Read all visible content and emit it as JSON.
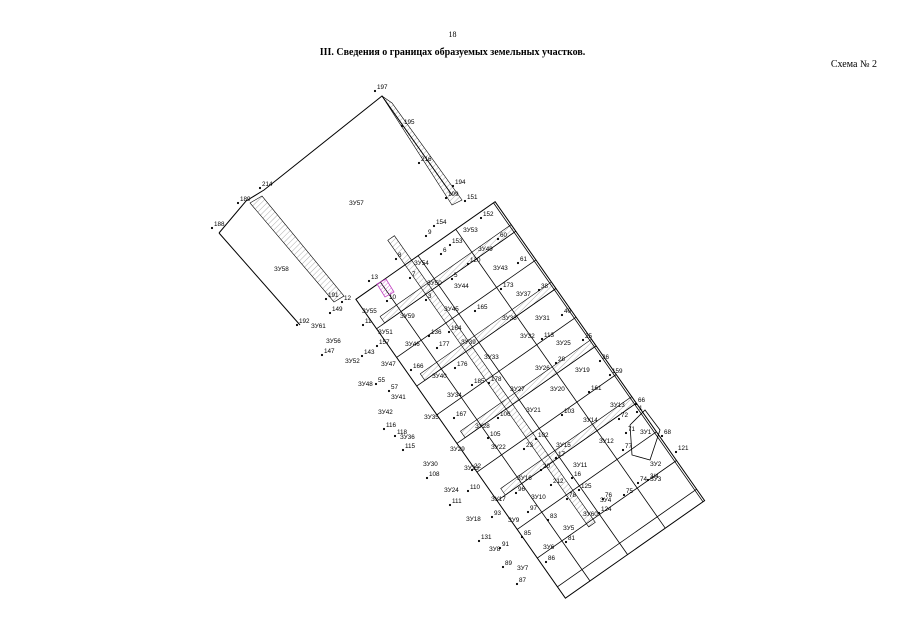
{
  "page": {
    "number": "18",
    "heading": "III. Сведения о границах образуемых земельных участков.",
    "scheme_label": "Схема № 2"
  },
  "plan": {
    "point_labels": [
      "197",
      "195",
      "216",
      "194",
      "214",
      "189",
      "188",
      "199",
      "151",
      "152",
      "154",
      "9",
      "153",
      "60",
      "120",
      "6",
      "8",
      "61",
      "7",
      "5",
      "173",
      "38",
      "13",
      "191",
      "12",
      "10",
      "149",
      "3",
      "40",
      "165",
      "192",
      "11",
      "164",
      "25",
      "157",
      "136",
      "113",
      "143",
      "177",
      "26",
      "28",
      "147",
      "176",
      "159",
      "57",
      "55",
      "166",
      "185",
      "161",
      "66",
      "178",
      "116",
      "118",
      "106",
      "72",
      "71",
      "68",
      "103",
      "167",
      "105",
      "102",
      "23",
      "121",
      "115",
      "22",
      "20",
      "77",
      "212",
      "108",
      "17",
      "16",
      "76",
      "125",
      "74",
      "110",
      "96",
      "75",
      "111",
      "97",
      "78",
      "93",
      "83",
      "124",
      "131",
      "85",
      "81",
      "91",
      "86",
      "89",
      "87",
      "1",
      "3/4"
    ],
    "parcel_labels": [
      "ЗУ57",
      "ЗУ58",
      "ЗУ53",
      "ЗУ49",
      "ЗУ54",
      "ЗУ43",
      "ЗУ50",
      "ЗУ44",
      "ЗУ37",
      "ЗУ55",
      "ЗУ59",
      "ЗУ45",
      "ЗУ38",
      "ЗУ31",
      "ЗУ61",
      "ЗУ51",
      "ЗУ56",
      "ЗУ46",
      "ЗУ39",
      "ЗУ32",
      "ЗУ25",
      "ЗУ52",
      "ЗУ47",
      "ЗУ40",
      "ЗУ33",
      "ЗУ26",
      "ЗУ19",
      "ЗУ48",
      "ЗУ41",
      "ЗУ34",
      "ЗУ27",
      "ЗУ20",
      "ЗУ42",
      "ЗУ35",
      "ЗУ28",
      "ЗУ21",
      "ЗУ13",
      "ЗУ14",
      "ЗУ1",
      "ЗУ36",
      "ЗУ29",
      "ЗУ22",
      "ЗУ15",
      "ЗУ12",
      "ЗУ30",
      "ЗУ23",
      "ЗУ16",
      "ЗУ11",
      "ЗУ2",
      "ЗУ3",
      "ЗУ24",
      "ЗУ17",
      "ЗУ10",
      "ЗУ4",
      "ЗУ18",
      "ЗУ9",
      "ЗУ60",
      "ЗУ5",
      "ЗУ8",
      "ЗУ6",
      "ЗУ7"
    ],
    "colors": {
      "line": "#000000",
      "road_hatch": "#9a9a9a",
      "highlight": "#c040c0"
    }
  }
}
